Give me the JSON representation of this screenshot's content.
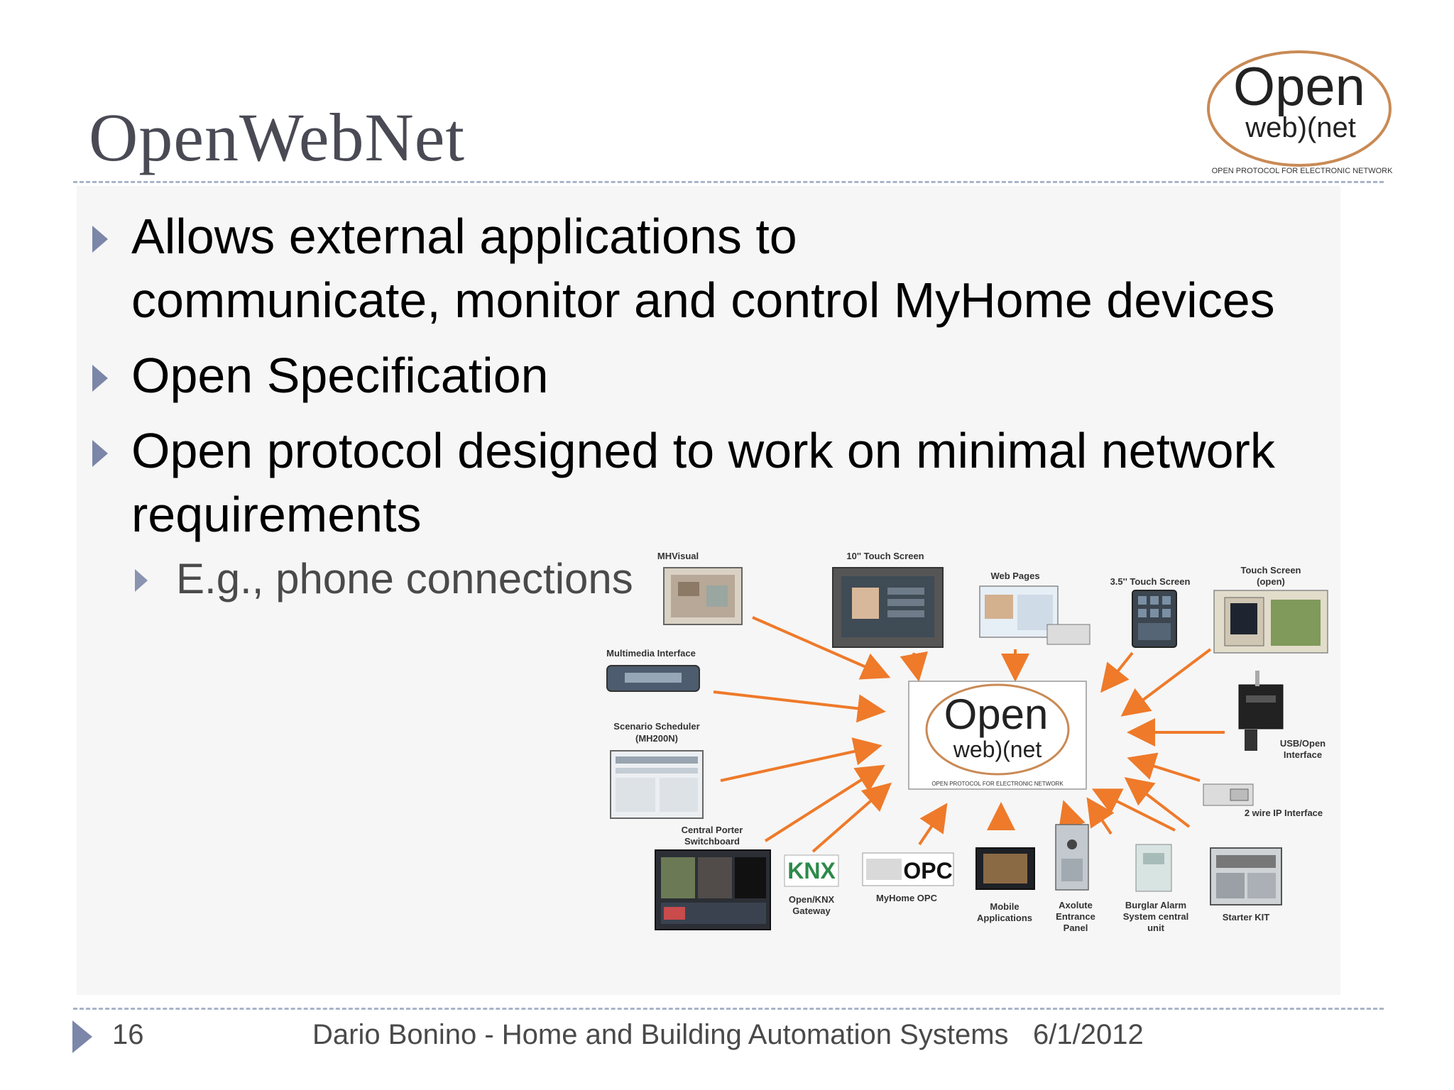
{
  "slide": {
    "title": "OpenWebNet",
    "bullets": [
      {
        "text": "Allows external applications to\ncommunicate, monitor and control MyHome devices"
      },
      {
        "text": "Open Specification"
      },
      {
        "text": "Open protocol designed to work on minimal network\nrequirements",
        "sub": [
          "E.g., phone connections"
        ]
      }
    ]
  },
  "logo": {
    "open": "Open",
    "webnet": "web⁠)(net",
    "tagline": "OPEN PROTOCOL FOR ELECTRONIC NETWORK"
  },
  "diagram": {
    "center": {
      "open": "Open",
      "webnet": "web)(net",
      "tagline": "OPEN PROTOCOL FOR ELECTRONIC NETWORK"
    },
    "labels": {
      "mhvisual": "MHVisual",
      "touch10": "10'' Touch  Screen",
      "webpages": "Web Pages",
      "touch35": "3.5'' Touch Screen",
      "touchopen1": "Touch Screen",
      "touchopen2": "(open)",
      "multimedia": "Multimedia Interface",
      "scenario1": "Scenario  Scheduler",
      "scenario2": "(MH200N)",
      "usb1": "USB/Open",
      "usb2": "Interface",
      "twowire": "2 wire IP Interface",
      "central1": "Central Porter",
      "central2": "Switchboard",
      "knx1": "Open/KNX",
      "knx2": "Gateway",
      "opc": "MyHome OPC",
      "mobile1": "Mobile",
      "mobile2": "Applications",
      "axolute1": "Axolute",
      "axolute2": "Entrance",
      "axolute3": "Panel",
      "burglar1": "Burglar Alarm",
      "burglar2": "System central",
      "burglar3": "unit",
      "starter": "Starter KIT",
      "knx_logo": "KNX",
      "opc_logo": "OPC"
    }
  },
  "footer": {
    "page": "16",
    "text": "Dario Bonino - Home and Building Automation Systems",
    "date": "6/1/2012"
  },
  "colors": {
    "arrow": "#ee7a2a",
    "bullet": "#7b86a8",
    "title": "#4a4a55",
    "logo_ring": "#c98a55"
  }
}
